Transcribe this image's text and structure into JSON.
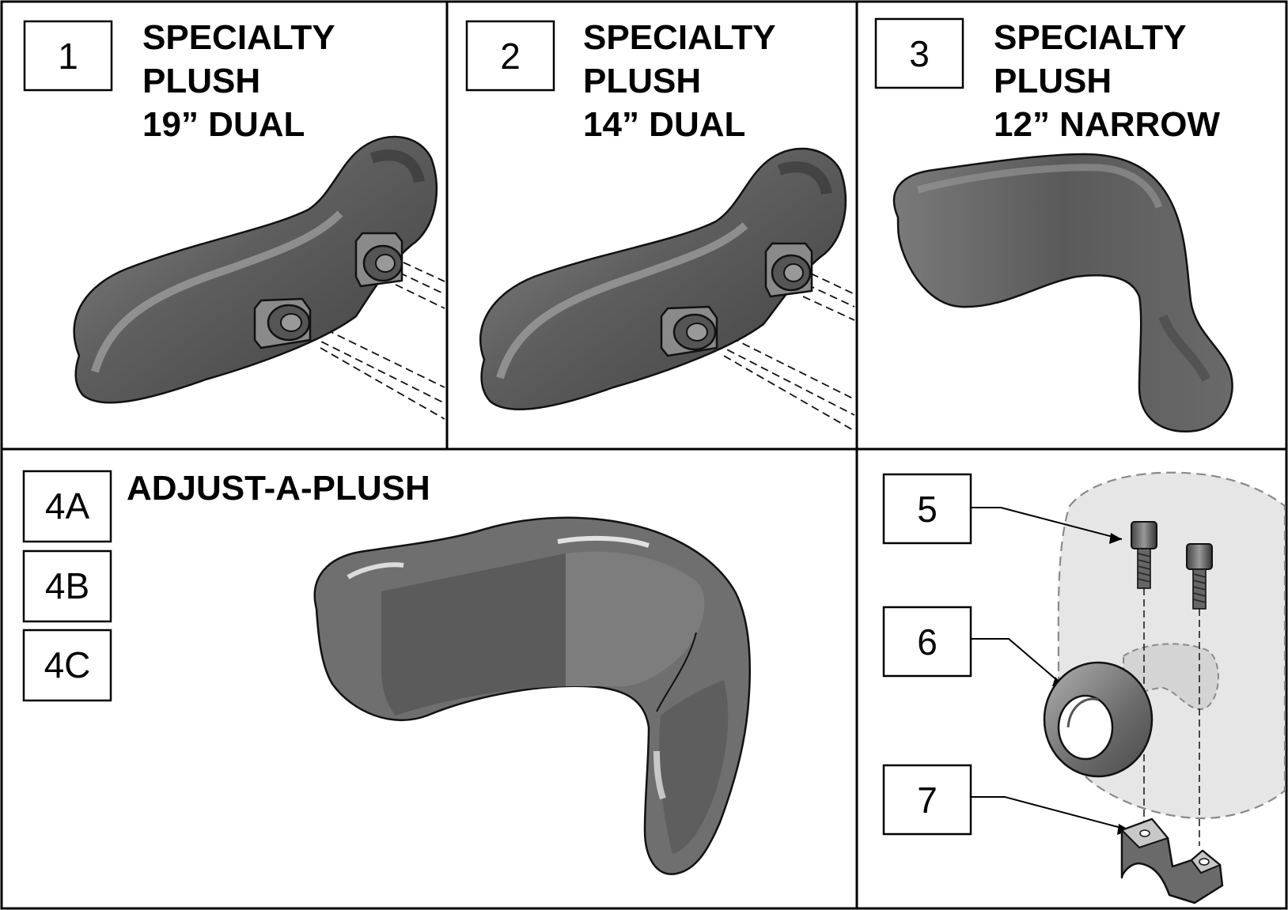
{
  "panels": [
    {
      "number": "1",
      "title_lines": [
        "SPECIALTY",
        "PLUSH",
        "19” DUAL"
      ]
    },
    {
      "number": "2",
      "title_lines": [
        "SPECIALTY",
        "PLUSH",
        "14” DUAL"
      ]
    },
    {
      "number": "3",
      "title_lines": [
        "SPECIALTY",
        "PLUSH",
        "12” NARROW"
      ]
    },
    {
      "numbers": [
        "4A",
        "4B",
        "4C"
      ],
      "title": "ADJUST-A-PLUSH"
    },
    {
      "numbers": [
        "5",
        "6",
        "7"
      ]
    }
  ],
  "colors": {
    "pad_dark": "#4a4a4a",
    "pad_mid": "#6e6e6e",
    "pad_light": "#9a9a9a",
    "hardware": "#7a7a7a",
    "ghost_fill": "#e6e6e6"
  }
}
